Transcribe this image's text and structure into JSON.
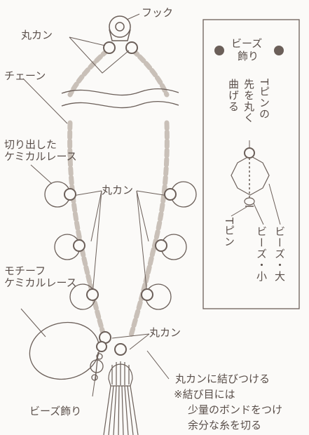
{
  "labels": {
    "hook": "フック",
    "jump_ring_top": "丸カン",
    "chain": "チェーン",
    "cut_lace": "切り出した\nケミカルレース",
    "jump_ring_middle": "丸カン",
    "motif_lace": "モチーフ\nケミカルレース",
    "jump_ring_bottom": "丸カン",
    "bead_decoration_bottom": "ビーズ飾り",
    "tie_note_1": "丸カンに結びつける",
    "tie_note_2": "※結び目には",
    "tie_note_3": "少量のボンドをつけ",
    "tie_note_4": "余分な糸を切る"
  },
  "inset": {
    "title_top": "ビーズ",
    "title_bottom": "飾り",
    "pin_instruction_col1": "Tピンの",
    "pin_instruction_col2": "先を丸く",
    "pin_instruction_col3": "曲げる",
    "tpin": "Tピン",
    "bead_small": "ビーズ・小",
    "bead_large": "ビーズ・大"
  },
  "colors": {
    "line": "#6b5f59",
    "chain": "#c9c0b8",
    "background": "#fbfaf8",
    "dot": "#6b5f59"
  }
}
